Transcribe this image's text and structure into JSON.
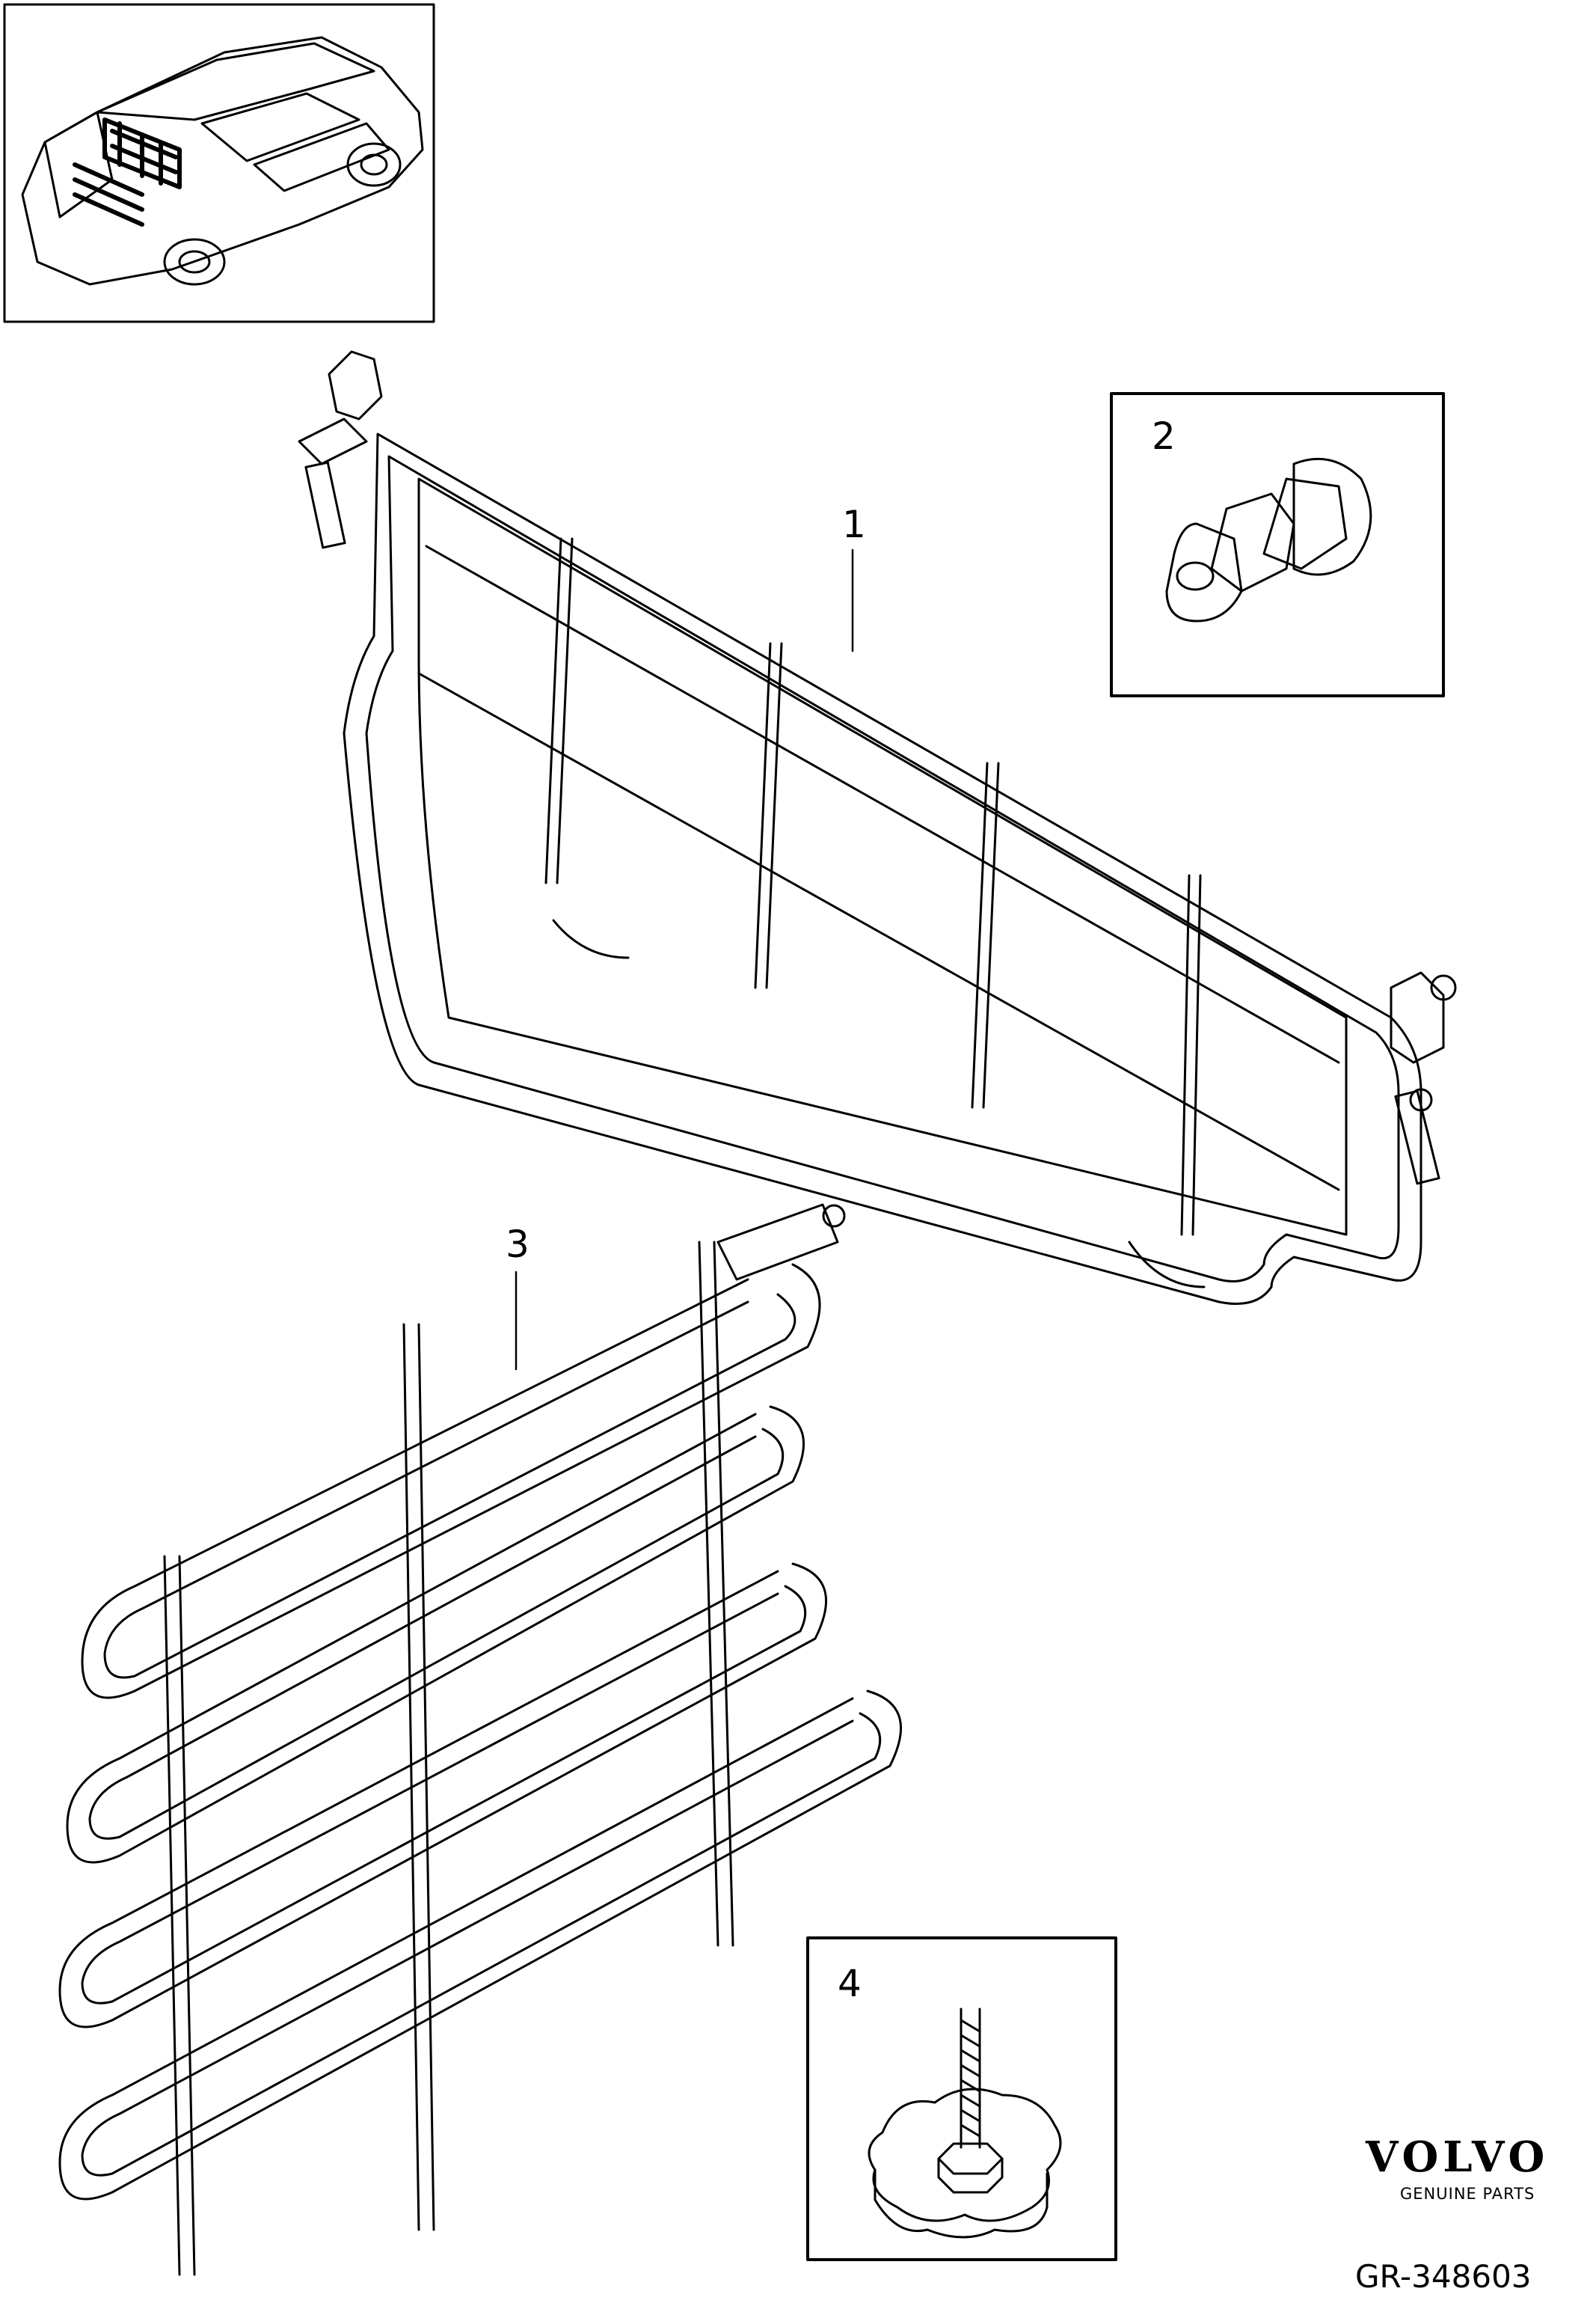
{
  "callouts": {
    "part_1": "1",
    "part_2": "2",
    "part_3": "3",
    "part_4": "4"
  },
  "parts": [
    {
      "number": "1",
      "icon": "cargo-dog-gate-icon"
    },
    {
      "number": "2",
      "icon": "cap-nut-icon"
    },
    {
      "number": "3",
      "icon": "cargo-divider-grille-icon"
    },
    {
      "number": "4",
      "icon": "knob-screw-icon"
    }
  ],
  "overview": {
    "icon": "car-rear-overview-icon"
  },
  "branding": {
    "logo": "VOLVO",
    "tagline": "GENUINE PARTS",
    "reference": "GR-348603"
  },
  "colors": {
    "line": "#000000",
    "background": "#ffffff"
  }
}
